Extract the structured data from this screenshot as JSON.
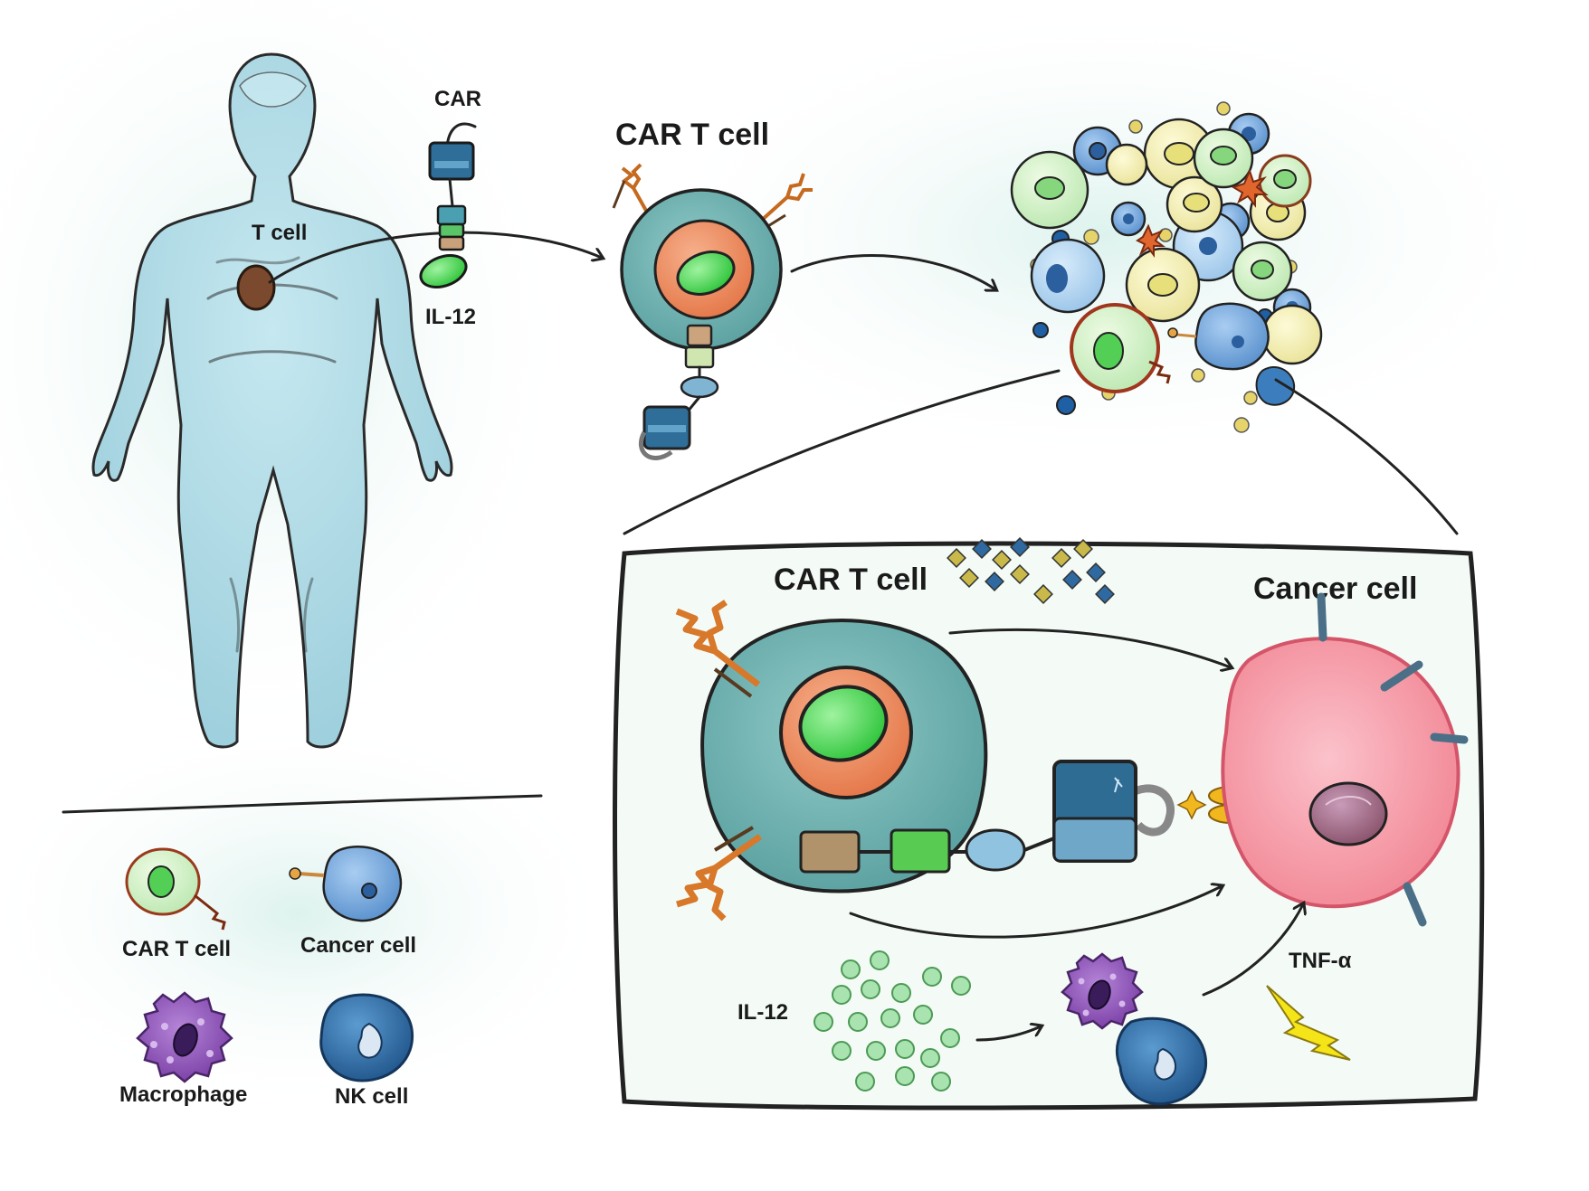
{
  "labels": {
    "car": "CAR",
    "t_cell": "T cell",
    "il12_top": "IL-12",
    "car_t_cell_top": "CAR T cell",
    "car_t_cell_panel": "CAR T cell",
    "cancer_cell_panel": "Cancer cell",
    "il12_panel": "IL-12",
    "tnf_alpha": "TNF-α"
  },
  "legend": {
    "items": [
      {
        "label": "CAR T cell",
        "icon": "car-t-cell-icon"
      },
      {
        "label": "Cancer cell",
        "icon": "cancer-cell-icon"
      },
      {
        "label": "Macrophage",
        "icon": "macrophage-icon"
      },
      {
        "label": "NK cell",
        "icon": "nk-cell-icon"
      }
    ]
  },
  "colors": {
    "body": "#a9d7e4",
    "car_t_membrane": "#6fb3b0",
    "nucleus_orange": "#ee8f63",
    "nucleus_green": "#56d65a",
    "cancer_pink": "#f6a1ae",
    "macrophage_purple": "#8e57b7",
    "nk_blue": "#2f6fa8",
    "receptor_blue": "#2f6c93",
    "il12_green": "#a9e3b0",
    "antibody_orange": "#d8782a",
    "lightning_yellow": "#f5e418"
  }
}
